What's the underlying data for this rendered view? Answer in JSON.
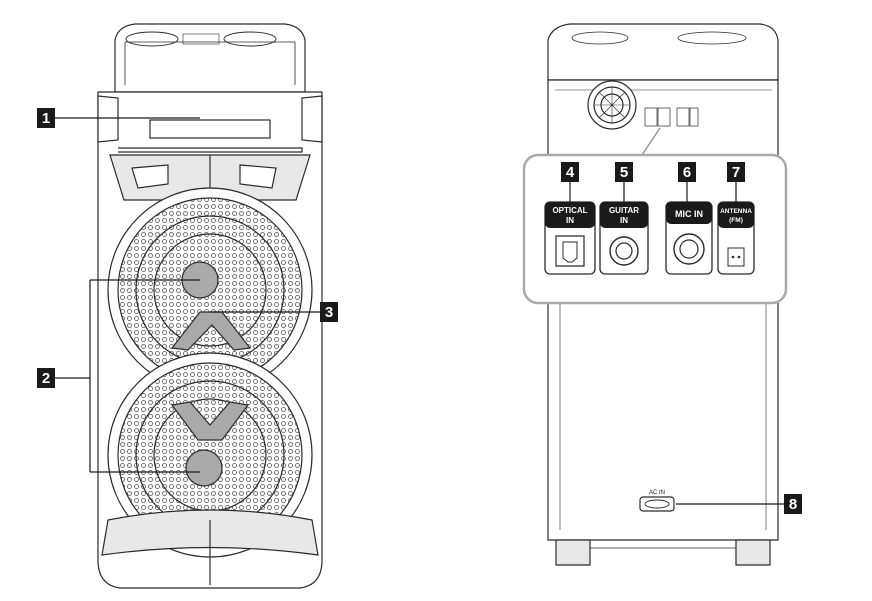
{
  "callouts": {
    "c1": "1",
    "c2": "2",
    "c3": "3",
    "c4": "4",
    "c5": "5",
    "c6": "6",
    "c7": "7",
    "c8": "8"
  },
  "ports": {
    "optical": [
      "OPTICAL",
      "IN"
    ],
    "guitar": [
      "GUITAR",
      "IN"
    ],
    "mic": [
      "MIC IN"
    ],
    "antenna": [
      "ANTENNA",
      "(FM)"
    ]
  },
  "ac_in": "AC IN",
  "colors": {
    "stroke": "#2b2b2b",
    "speaker_grey": "#a9a9a9",
    "light_grey": "#d6d6d6",
    "callout_box": "#1a1a1a"
  }
}
